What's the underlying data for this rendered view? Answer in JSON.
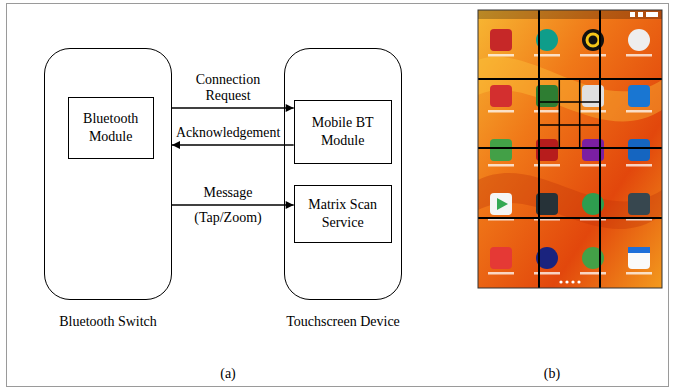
{
  "diagram": {
    "nodes": [
      {
        "text": [
          "Bluetooth Switch"
        ]
      },
      {
        "text": [
          "Bluetooth Module"
        ],
        "in": 0
      },
      {
        "text": [
          "Touchscreen Device"
        ]
      },
      {
        "text": [
          "Mobile BT Module"
        ],
        "in": 2
      },
      {
        "text": [
          "Matrix Scan Service"
        ],
        "in": 2
      }
    ],
    "edges": [
      {
        "from": 0,
        "to": 3,
        "label": "Connection Request",
        "arrow": "to"
      },
      {
        "from": 3,
        "to": 0,
        "label": "Acknowledgement",
        "arrow": "to"
      },
      {
        "from": 0,
        "to": 4,
        "label": "Message",
        "arrow": "to"
      }
    ],
    "labels": [
      "(Tap/Zoom)",
      "(a)",
      "(b)"
    ]
  }
}
